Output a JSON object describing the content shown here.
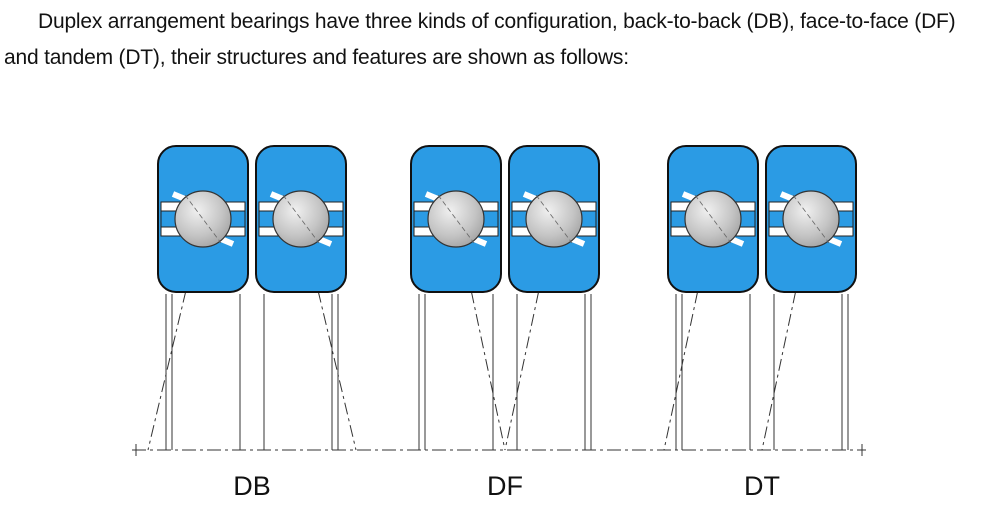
{
  "page": {
    "background": "#ffffff",
    "text_color": "#121212",
    "description_line1": "Duplex arrangement bearings have three kinds of configuration, back-to-back (DB), face-to-face (DF)",
    "description_line2": "and tandem (DT), their structures and features are shown as follows:"
  },
  "diagram": {
    "kind": "duplex-bearing-configurations",
    "colors": {
      "ring_blue": "#2b9be4",
      "ball_gray_light": "#f0f0f0",
      "ball_gray_dark": "#9d9d9d",
      "outline_black": "#111111",
      "centerline_gray": "#333333"
    },
    "configurations": [
      {
        "label": "DB"
      },
      {
        "label": "DF"
      },
      {
        "label": "DT"
      }
    ]
  }
}
